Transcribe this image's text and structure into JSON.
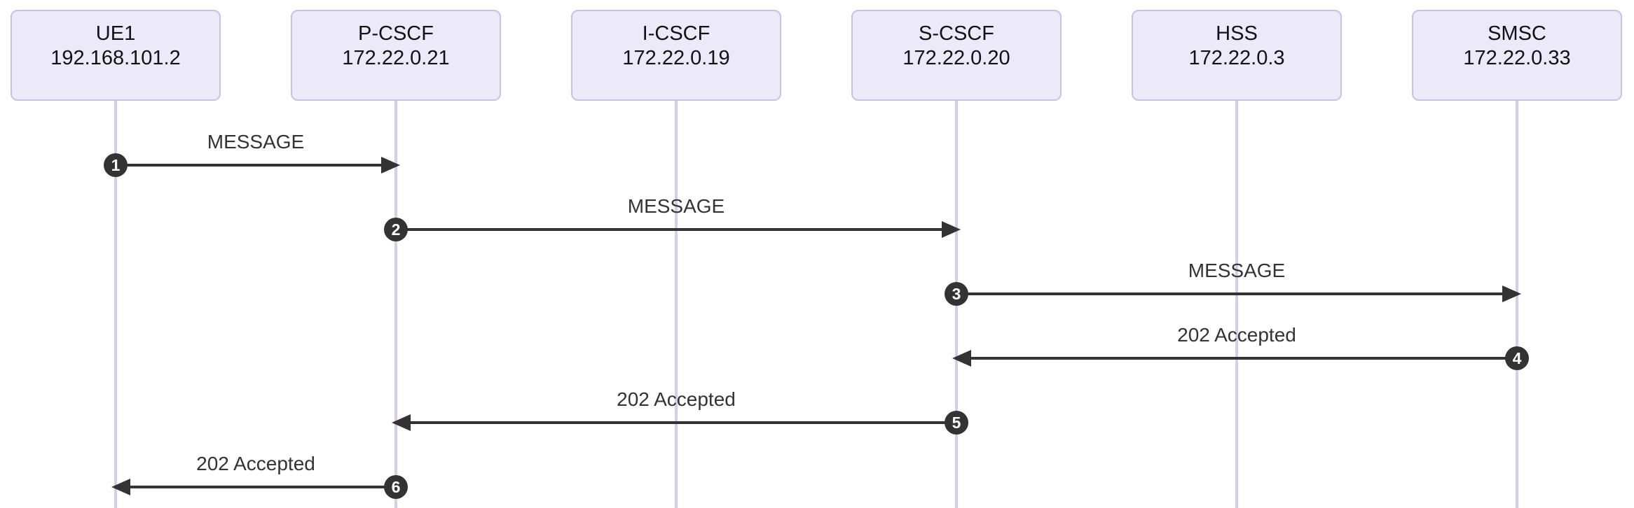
{
  "diagram": {
    "kind": "sip-message-sequence",
    "colors": {
      "background": "#ffffff",
      "actor_fill": "#ece9f8",
      "actor_border": "#c9c1e4",
      "lifeline": "#d5cde9",
      "arrow": "#333333",
      "badge_fill": "#333333",
      "badge_text": "#ffffff",
      "label_text": "#333333",
      "actor_text": "#111111"
    }
  },
  "participants": [
    {
      "name": "UE1",
      "address": "192.168.101.2"
    },
    {
      "name": "P-CSCF",
      "address": "172.22.0.21"
    },
    {
      "name": "I-CSCF",
      "address": "172.22.0.19"
    },
    {
      "name": "S-CSCF",
      "address": "172.22.0.20"
    },
    {
      "name": "HSS",
      "address": "172.22.0.3"
    },
    {
      "name": "SMSC",
      "address": "172.22.0.33"
    }
  ],
  "messages": [
    {
      "seq": "1",
      "from": "UE1",
      "to": "P-CSCF",
      "label": "MESSAGE",
      "direction": "right"
    },
    {
      "seq": "2",
      "from": "P-CSCF",
      "to": "S-CSCF",
      "label": "MESSAGE",
      "direction": "right"
    },
    {
      "seq": "3",
      "from": "S-CSCF",
      "to": "SMSC",
      "label": "MESSAGE",
      "direction": "right"
    },
    {
      "seq": "4",
      "from": "SMSC",
      "to": "S-CSCF",
      "label": "202 Accepted",
      "direction": "left"
    },
    {
      "seq": "5",
      "from": "S-CSCF",
      "to": "P-CSCF",
      "label": "202 Accepted",
      "direction": "left"
    },
    {
      "seq": "6",
      "from": "P-CSCF",
      "to": "UE1",
      "label": "202 Accepted",
      "direction": "left"
    }
  ]
}
